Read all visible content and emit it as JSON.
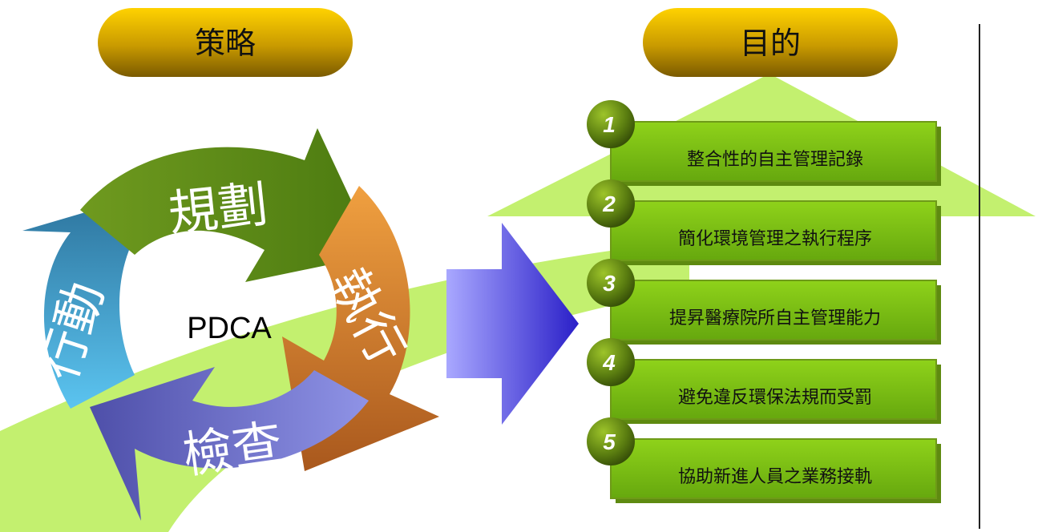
{
  "strategy": {
    "label": "策略",
    "cycle": {
      "center": "PDCA",
      "plan": "規劃",
      "do": "執行",
      "check": "檢查",
      "act": "行動"
    }
  },
  "purpose": {
    "label": "目的",
    "goals": [
      {
        "num": "1",
        "text": "整合性的自主管理記錄"
      },
      {
        "num": "2",
        "text": "簡化環境管理之執行程序"
      },
      {
        "num": "3",
        "text": "提昇醫療院所自主管理能力"
      },
      {
        "num": "4",
        "text": "避免違反環保法規而受罰"
      },
      {
        "num": "5",
        "text": "協助新進人員之業務接軌"
      }
    ]
  }
}
